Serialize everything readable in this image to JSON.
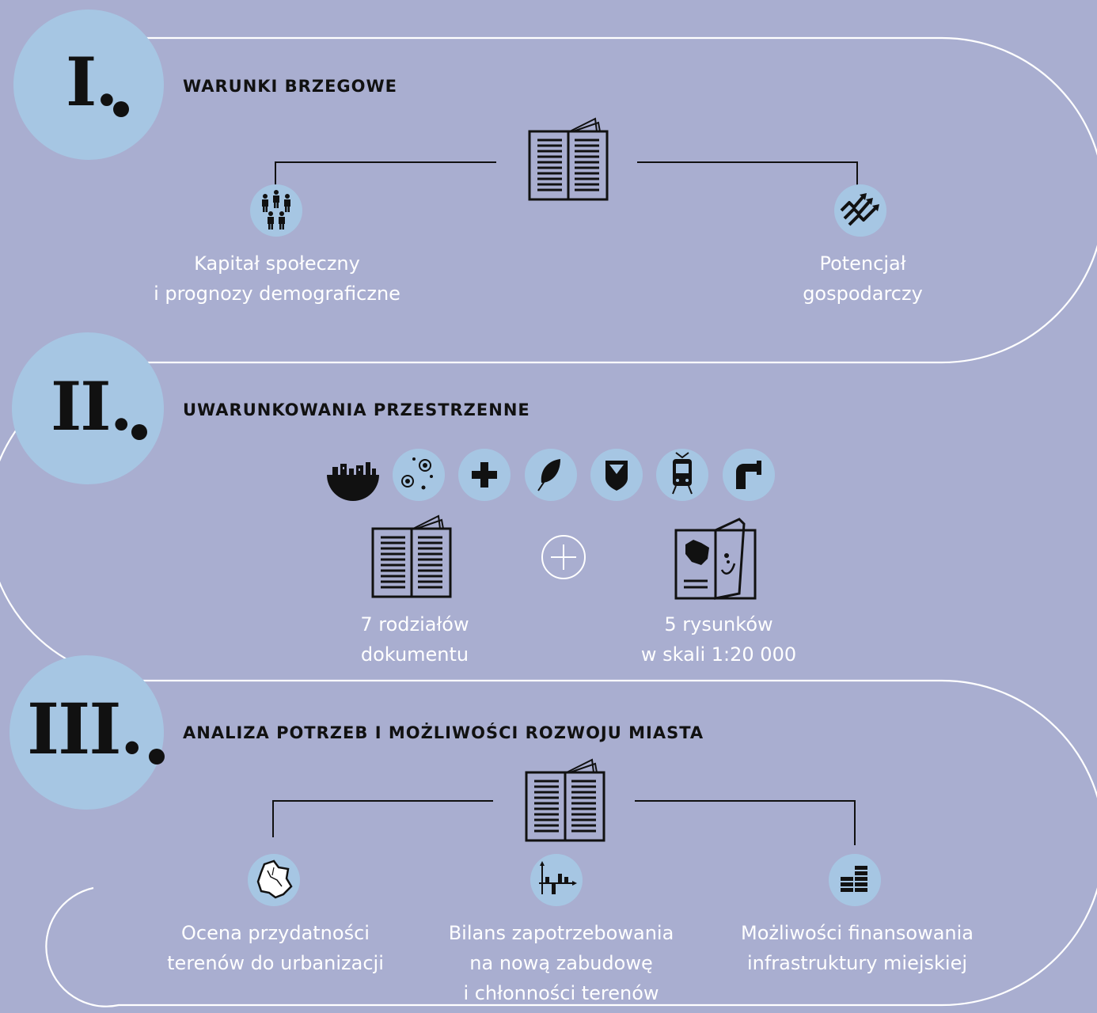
{
  "sections": [
    {
      "numeral": "I.",
      "title": "WARUNKI BRZEGOWE",
      "items": [
        {
          "icon": "people-icon",
          "line1": "Kapitał społeczny",
          "line2": "i prognozy demograficzne"
        },
        {
          "icon": "growth-arrows-icon",
          "line1": "Potencjał",
          "line2": "gospodarczy"
        }
      ]
    },
    {
      "numeral": "II.",
      "title": "UWARUNKOWANIA PRZESTRZENNE",
      "icons": [
        "city-skyline-icon",
        "circles-dots-icon",
        "plus-cross-icon",
        "leaf-icon",
        "shield-icon",
        "tram-icon",
        "pipe-icon"
      ],
      "items": [
        {
          "icon": "book-icon",
          "line1": "7 rodziałów",
          "line2": "dokumentu"
        },
        {
          "icon": "map-folder-icon",
          "line1": "5 rysunków",
          "line2": "w skali 1:20 000"
        }
      ],
      "plus_icon": "plus-circle-icon"
    },
    {
      "numeral": "III.",
      "title": "ANALIZA POTRZEB I MOŻLIWOŚCI ROZWOJU MIASTA",
      "items": [
        {
          "icon": "city-map-icon",
          "line1": "Ocena przydatności",
          "line2": "terenów do urbanizacji"
        },
        {
          "icon": "bar-chart-icon",
          "line1": "Bilans zapotrzebowania",
          "line2": "na nową zabudowę",
          "line3": "i chłonności terenów"
        },
        {
          "icon": "coins-stack-icon",
          "line1": "Możliwości finansowania",
          "line2": "infrastruktury miejskiej"
        }
      ]
    }
  ],
  "colors": {
    "background": "#a9aed0",
    "circle": "#a6c6e3",
    "ink": "#111111",
    "text": "#ffffff"
  }
}
